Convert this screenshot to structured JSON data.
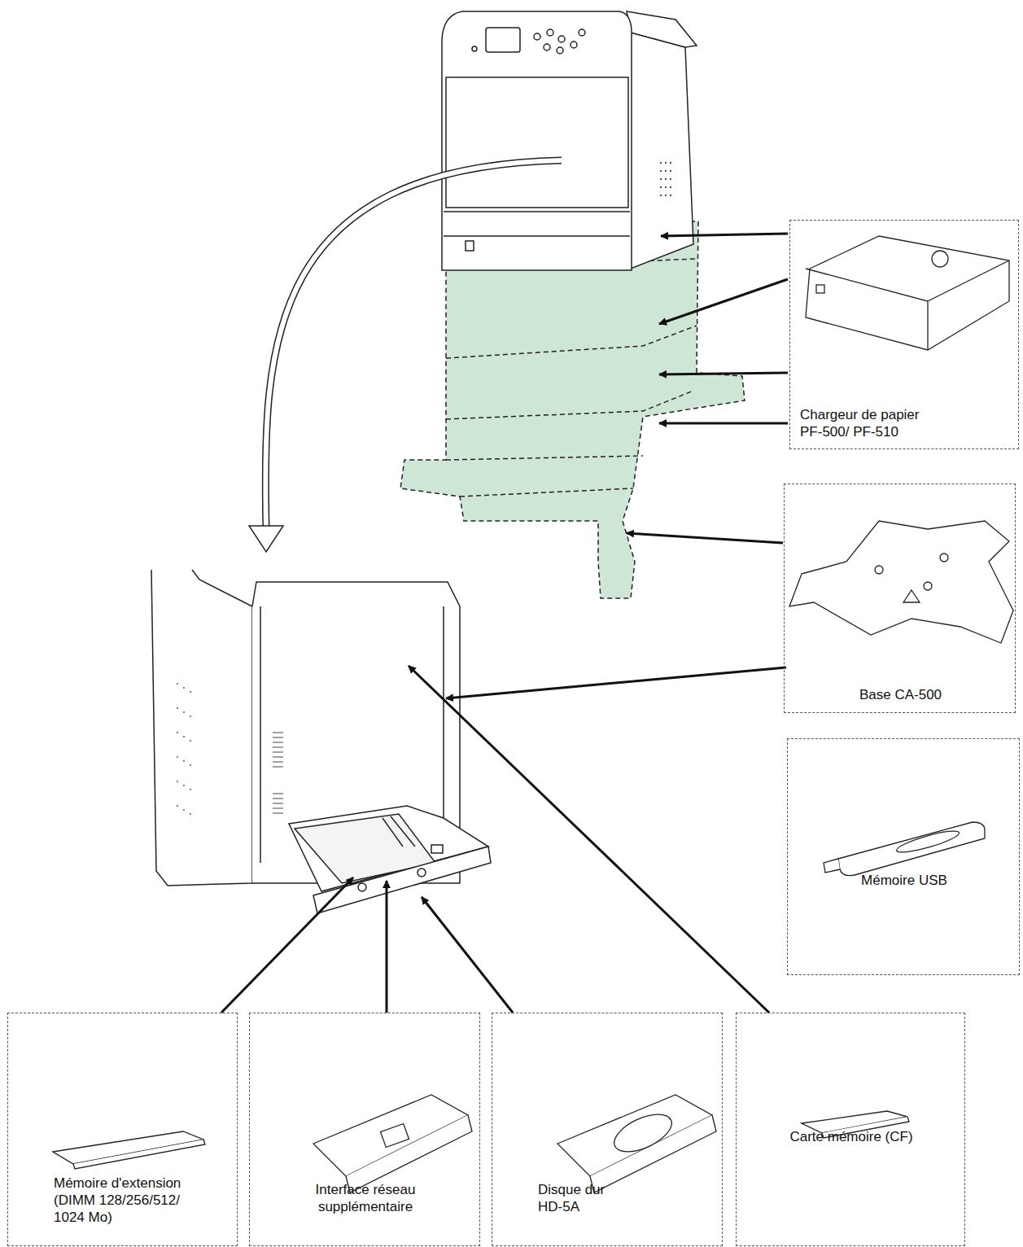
{
  "diagram": {
    "nodes": [
      {
        "text": [
          "Chargeur de papier PF-500/ PF-510"
        ]
      },
      {
        "text": [
          "Base CA-500"
        ]
      },
      {
        "text": [
          "Mémoire USB"
        ]
      },
      {
        "text": [
          "Mémoire d'extension (DIMM 128/256/512/ 1024 Mo)"
        ]
      },
      {
        "text": [
          "Interface réseau supplémentaire"
        ]
      },
      {
        "text": [
          "Disque dur HD-5A"
        ]
      },
      {
        "text": [
          "Carte mémoire (CF)"
        ]
      }
    ]
  }
}
